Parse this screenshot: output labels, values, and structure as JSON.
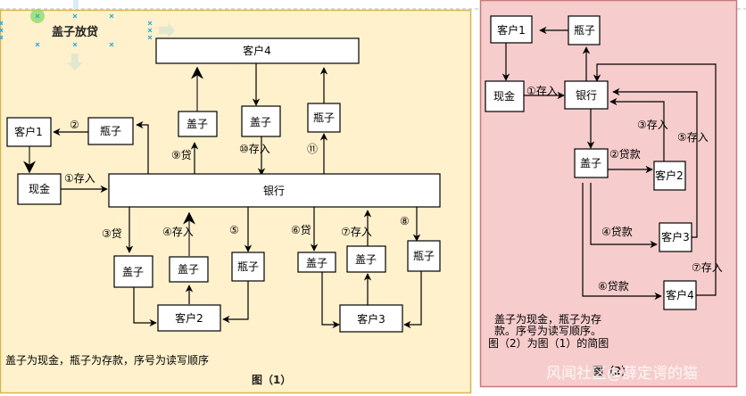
{
  "figure1": {
    "title": "盖子放贷",
    "caption": "图（1）",
    "note": "盖子为现金，瓶子为存款，序号为读写顺序",
    "background": "#fff1cc",
    "border": "#d9b550",
    "nodes": {
      "client4": "客户4",
      "client1": "客户1",
      "bottle_top_left": "瓶子",
      "cash": "现金",
      "bank": "银行",
      "lid_9": "盖子",
      "lid_10": "盖子",
      "bottle_11": "瓶子",
      "lid_3": "盖子",
      "lid_4": "盖子",
      "bottle_5": "瓶子",
      "client2": "客户2",
      "lid_6": "盖子",
      "lid_7": "盖子",
      "bottle_8": "瓶子",
      "client3": "客户3"
    },
    "edge_labels": {
      "e1": "①存入",
      "e2": "②",
      "e3": "③贷",
      "e4": "④存入",
      "e5": "⑤",
      "e6": "⑥贷",
      "e7": "⑦存入",
      "e8": "⑧",
      "e9": "⑨贷",
      "e10": "⑩存入",
      "e11": "⑪"
    }
  },
  "figure2": {
    "caption": "图（2）",
    "note_lines": [
      "盖子为现金，瓶子为存",
      "款。序号为读写顺序。",
      "图（2）为图（1）的简图"
    ],
    "background": "#f6cccc",
    "border": "#c77a7a",
    "nodes": {
      "client1": "客户1",
      "bottle": "瓶子",
      "cash": "现金",
      "bank": "银行",
      "lid": "盖子",
      "client2": "客户2",
      "client3": "客户3",
      "client4": "客户4"
    },
    "edge_labels": {
      "e1": "①存入",
      "e2": "②贷款",
      "e3": "③存入",
      "e4": "④贷款",
      "e5": "⑤存入",
      "e6": "⑥贷款",
      "e7": "⑦存入"
    }
  },
  "watermark": "风闻社区@薛定谔的猫"
}
